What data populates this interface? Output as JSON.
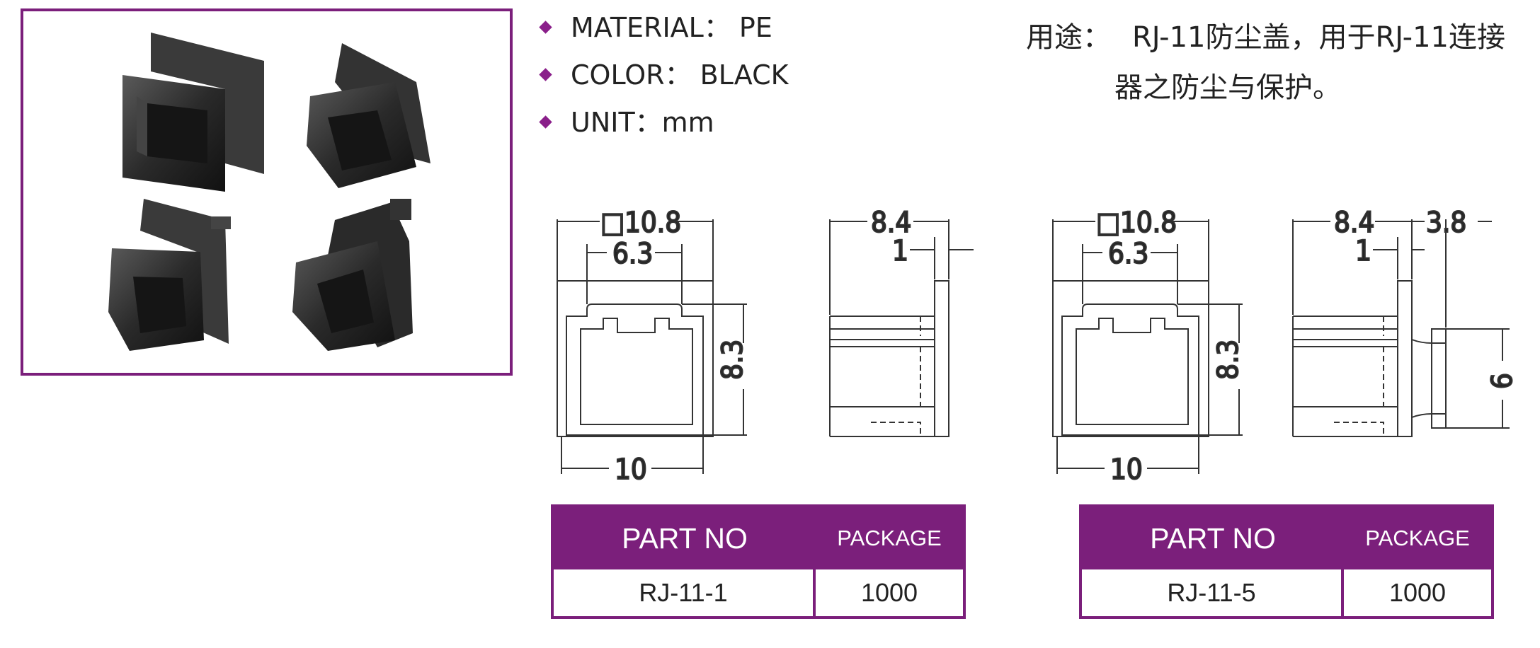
{
  "specs": {
    "material": "MATERIAL： PE",
    "color": "COLOR： BLACK",
    "unit": "UNIT：mm"
  },
  "usage": {
    "label": "用途：",
    "line1": "RJ-11防尘盖，用于RJ-11连接",
    "line2": "器之防尘与保护。"
  },
  "drawing1": {
    "front": {
      "top_width": "□10.8",
      "inner_width": "6.3",
      "height": "8.3",
      "bottom_width": "10"
    },
    "side": {
      "depth": "8.4",
      "flange": "1"
    }
  },
  "drawing2": {
    "front": {
      "top_width": "□10.8",
      "inner_width": "6.3",
      "height": "8.3",
      "bottom_width": "10"
    },
    "side": {
      "depth": "8.4",
      "tab": "3.8",
      "flange": "1",
      "tab_height": "6"
    }
  },
  "tables": [
    {
      "header_part": "PART NO",
      "header_package": "PACKAGE",
      "part": "RJ-11-1",
      "package": "1000"
    },
    {
      "header_part": "PART NO",
      "header_package": "PACKAGE",
      "part": "RJ-11-5",
      "package": "1000"
    }
  ],
  "colors": {
    "accent": "#7b1f7b",
    "text": "#222222"
  }
}
